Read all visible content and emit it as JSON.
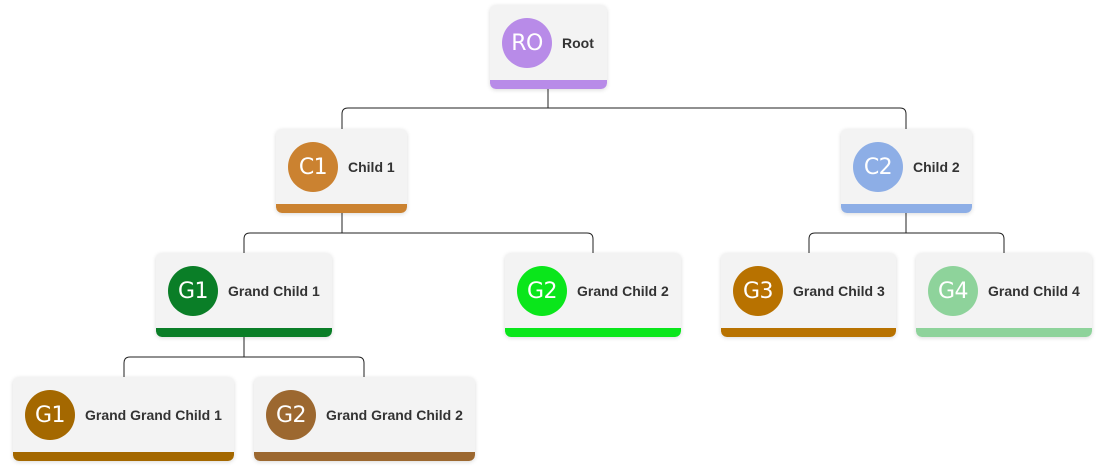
{
  "tree": {
    "connector_color": "#222222",
    "nodes": [
      {
        "id": "root",
        "initials": "RO",
        "label": "Root",
        "color": "#b88be8"
      },
      {
        "id": "child-1",
        "initials": "C1",
        "label": "Child 1",
        "color": "#cb8230"
      },
      {
        "id": "child-2",
        "initials": "C2",
        "label": "Child 2",
        "color": "#8daee6"
      },
      {
        "id": "grand-child-1",
        "initials": "G1",
        "label": "Grand Child 1",
        "color": "#0a7e27"
      },
      {
        "id": "grand-child-2",
        "initials": "G2",
        "label": "Grand Child 2",
        "color": "#0ae61b"
      },
      {
        "id": "grand-child-3",
        "initials": "G3",
        "label": "Grand Child 3",
        "color": "#b87200"
      },
      {
        "id": "grand-child-4",
        "initials": "G4",
        "label": "Grand Child 4",
        "color": "#8ed39b"
      },
      {
        "id": "grand-grand-child-1",
        "initials": "G1",
        "label": "Grand Grand Child 1",
        "color": "#a46800"
      },
      {
        "id": "grand-grand-child-2",
        "initials": "G2",
        "label": "Grand Grand Child 2",
        "color": "#9c6830"
      }
    ],
    "edges": [
      {
        "from": "root",
        "to": [
          "child-1",
          "child-2"
        ]
      },
      {
        "from": "child-1",
        "to": [
          "grand-child-1",
          "grand-child-2"
        ]
      },
      {
        "from": "child-2",
        "to": [
          "grand-child-3",
          "grand-child-4"
        ]
      },
      {
        "from": "grand-child-1",
        "to": [
          "grand-grand-child-1",
          "grand-grand-child-2"
        ]
      }
    ]
  }
}
